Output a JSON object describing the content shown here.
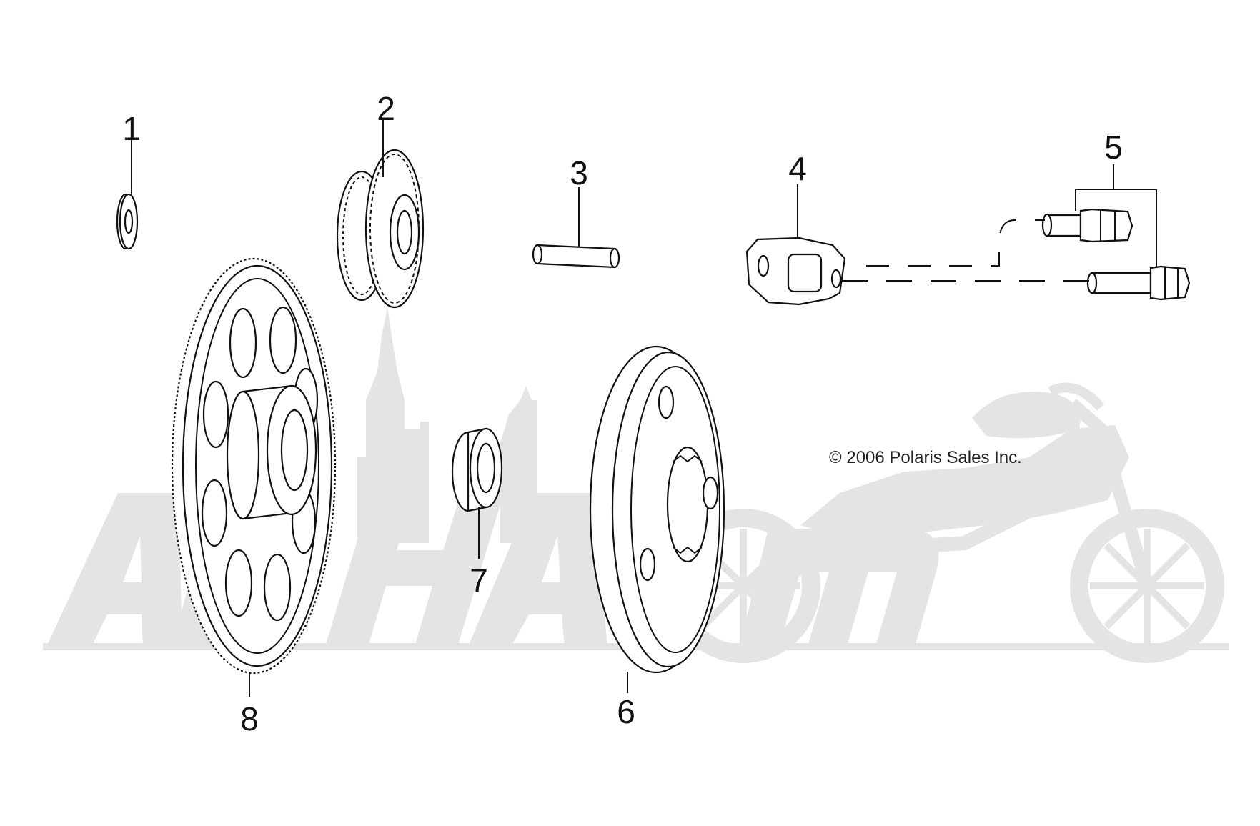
{
  "callouts": {
    "c1": "1",
    "c2": "2",
    "c3": "3",
    "c4": "4",
    "c5": "5",
    "c6": "6",
    "c7": "7",
    "c8": "8"
  },
  "copyright": "© 2006 Polaris Sales Inc.",
  "watermark": {
    "lettering": "ACHAmoto",
    "color": "#e4e4e4"
  },
  "colors": {
    "line": "#111111",
    "background": "#ffffff"
  }
}
